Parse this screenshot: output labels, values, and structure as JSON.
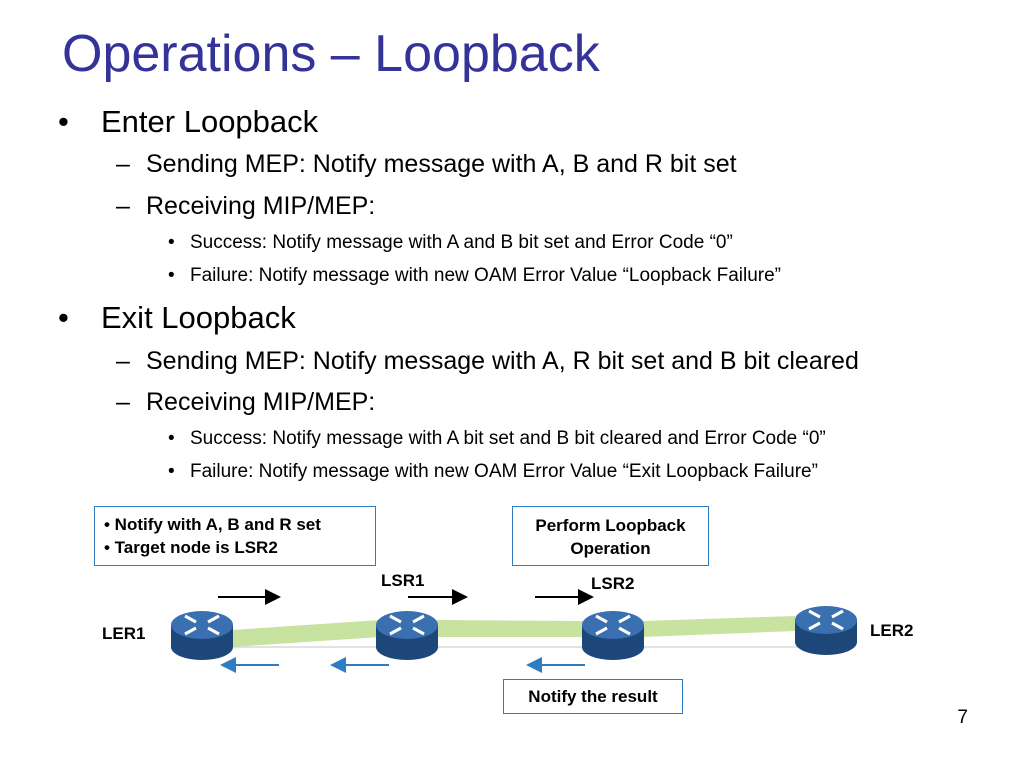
{
  "slide": {
    "title": "Operations – Loopback",
    "page_number": "7"
  },
  "bullets": [
    {
      "level": 1,
      "marker": "•",
      "text": "Enter Loopback"
    },
    {
      "level": 2,
      "marker": "–",
      "text": "Sending MEP: Notify message with A, B and R bit set"
    },
    {
      "level": 2,
      "marker": "–",
      "text": "Receiving MIP/MEP:"
    },
    {
      "level": 3,
      "marker": "•",
      "text": "Success: Notify message with A and B bit set and Error Code “0”"
    },
    {
      "level": 3,
      "marker": "•",
      "text": "Failure: Notify message with new OAM Error Value “Loopback Failure”"
    },
    {
      "level": 1,
      "marker": "•",
      "text": "Exit Loopback"
    },
    {
      "level": 2,
      "marker": "–",
      "text": "Sending MEP: Notify message with A, R bit set and B bit cleared"
    },
    {
      "level": 2,
      "marker": "–",
      "text": "Receiving MIP/MEP:"
    },
    {
      "level": 3,
      "marker": "•",
      "text": "Success: Notify message with A bit set and B bit cleared and Error Code “0”"
    },
    {
      "level": 3,
      "marker": "•",
      "text": "Failure: Notify message with new OAM Error Value “Exit Loopback Failure”"
    }
  ],
  "diagram": {
    "callouts": {
      "notify": {
        "lines": [
          "• Notify with A, B and R set",
          "• Target node is LSR2"
        ]
      },
      "perform": {
        "lines": [
          "Perform Loopback",
          "Operation"
        ]
      },
      "result": {
        "lines": [
          "Notify the result"
        ]
      }
    },
    "nodes": {
      "ler1": "LER1",
      "lsr1": "LSR1",
      "lsr2": "LSR2",
      "ler2": "LER2"
    },
    "colors": {
      "callout_border": "#2e7dc4",
      "forward_arrow": "#000000",
      "return_arrow": "#2e7dc4",
      "link": "#c8e2a0",
      "router_body": "#2a5a96",
      "title": "#333399"
    }
  }
}
